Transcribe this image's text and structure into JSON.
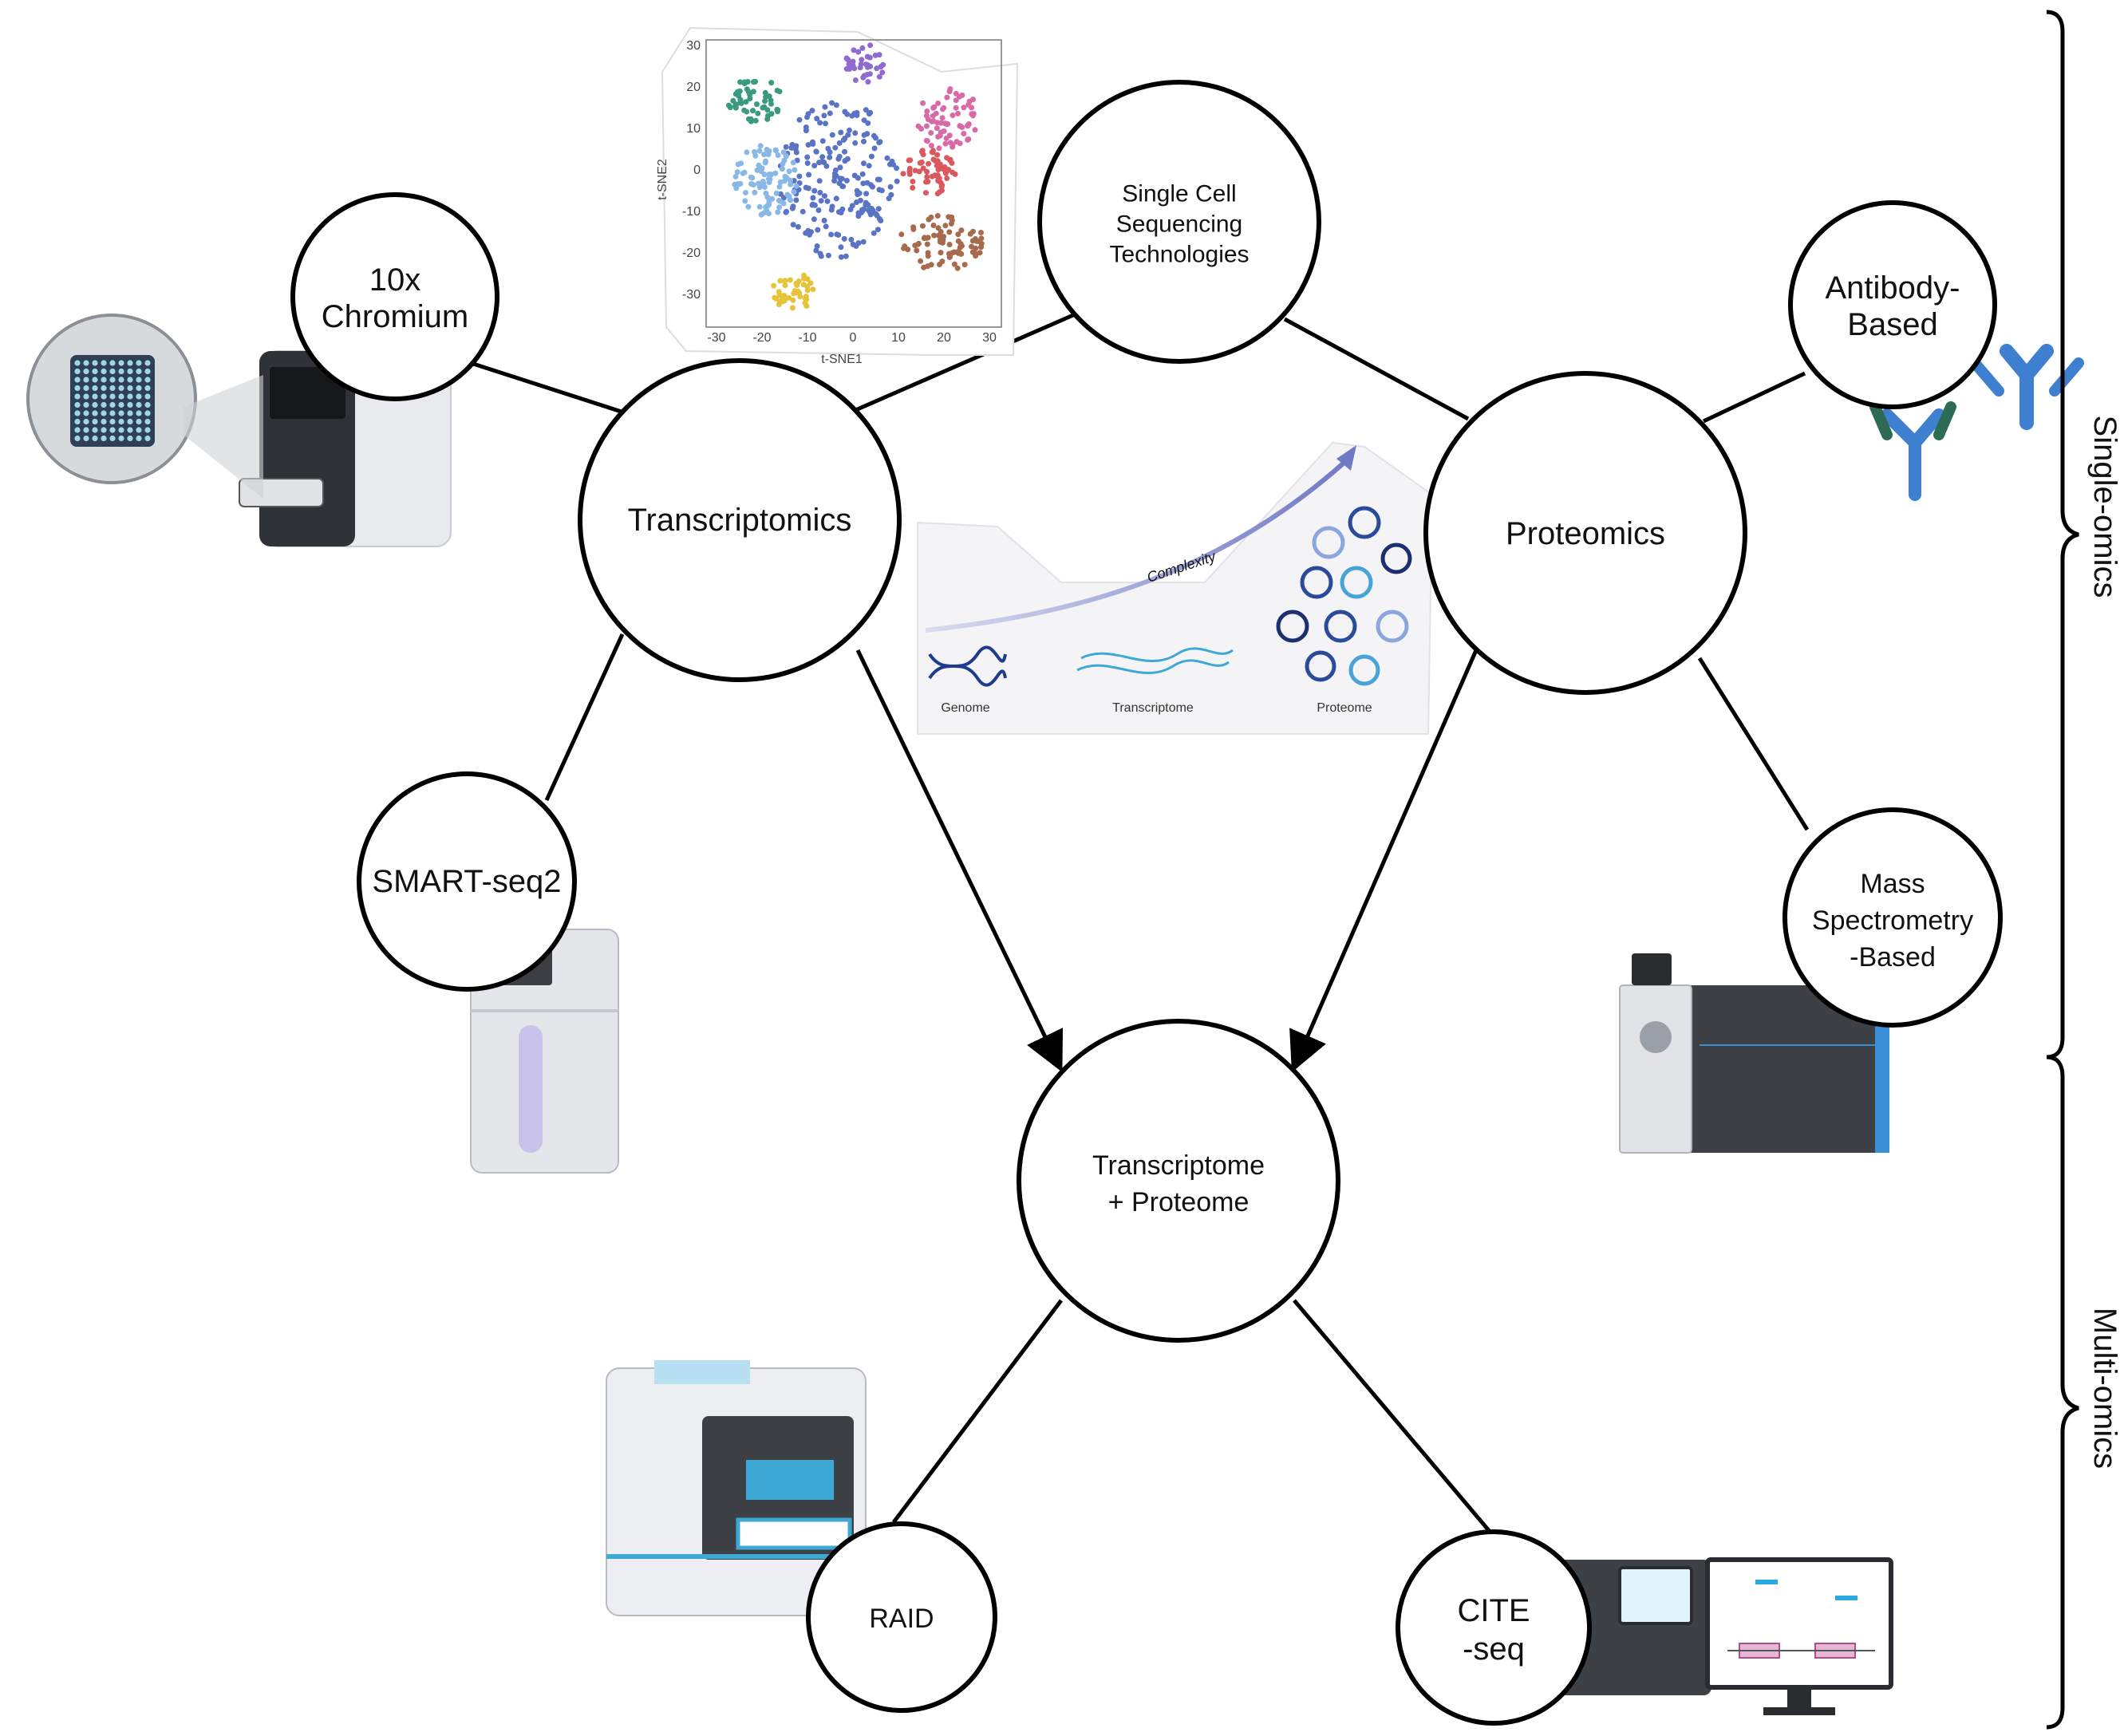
{
  "nodes": {
    "single_cell": "Single Cell\nSequencing\nTechnologies",
    "transcriptomics": "Transcriptomics",
    "proteomics": "Proteomics",
    "chromium": "10x\nChromium",
    "antibody": "Antibody-\nBased",
    "smartseq": "SMART-seq2",
    "mass_spec": "Mass\nSpectrometry\n-Based",
    "combined": "Transcriptome\n+ Proteome",
    "raid": "RAID",
    "cite": "CITE\n-seq"
  },
  "braces": {
    "single": "Single-omics",
    "multi": "Multi-omics"
  },
  "tsne": {
    "xlabel": "t-SNE1",
    "ylabel": "t-SNE2",
    "xticks": [
      "-30",
      "-20",
      "-10",
      "0",
      "10",
      "20",
      "30"
    ],
    "yticks": [
      "30",
      "20",
      "10",
      "0",
      "-10",
      "-20",
      "-30"
    ]
  },
  "complexity": {
    "arrow_label": "Complexity",
    "items": [
      "Genome",
      "Transcriptome",
      "Proteome"
    ]
  },
  "colors": {
    "stroke": "#000000",
    "antibody_blue": "#3f7fd0",
    "antibody_green": "#2e6b55",
    "cite_accent": "#2aa8e0",
    "raid_accent": "#3fa9d6",
    "dna_navy": "#1f3c8a"
  }
}
